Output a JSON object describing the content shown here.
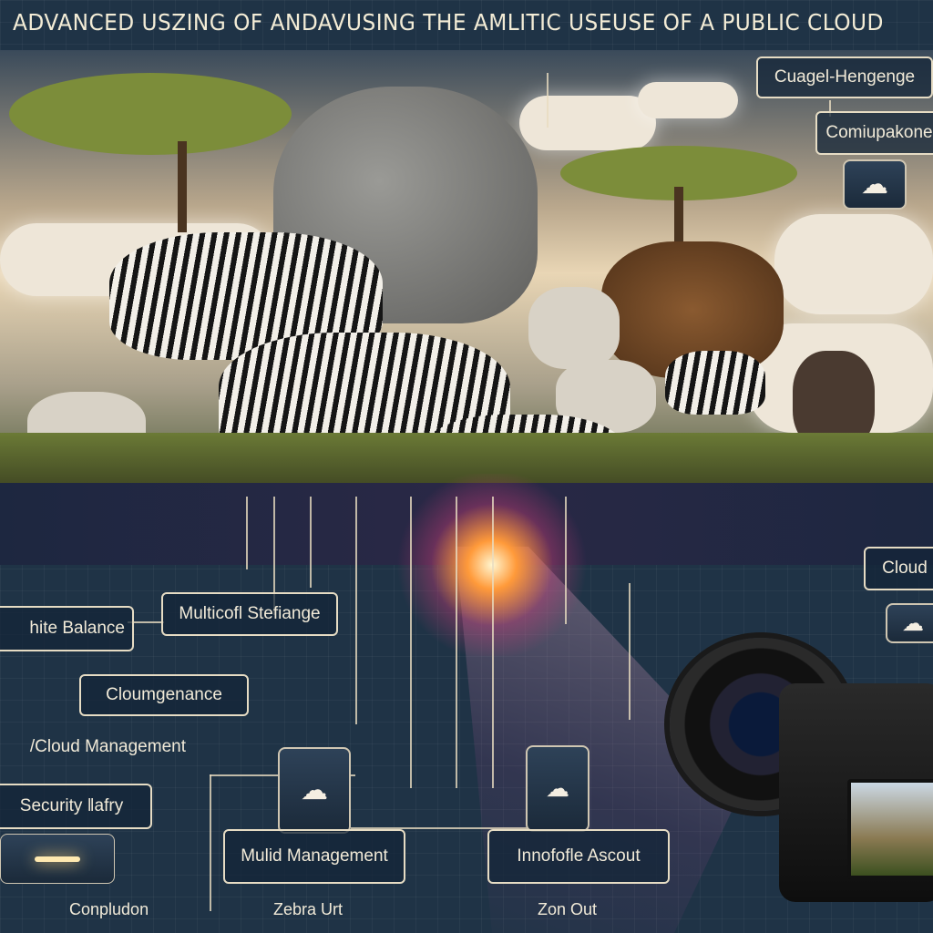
{
  "title": "ADVANCED USZING OF ANDAVUSING THE AMLITIC USEUSE OF A PUBLIC CLOUD",
  "top_right_boxes": [
    "Cuagel-Hengenge",
    "Comiupakone"
  ],
  "right_boxes": [
    "Cloud"
  ],
  "left_boxes": [
    "hite Balance",
    "Cloumgenance",
    "/Cloud Management",
    "Security ‖afry"
  ],
  "center_boxes": [
    "Multicofl Stefiange",
    "Mulid Management",
    "Innofofle Ascout"
  ],
  "bottom_labels": [
    "Conpludon",
    "Zebra Urt",
    "Zon Out"
  ],
  "icons": [
    "cloud-icon",
    "camera-icon",
    "light-icon"
  ],
  "colors": {
    "background": "#1f3346",
    "line": "#e8dcc0",
    "glow": "#ff9a3a"
  }
}
